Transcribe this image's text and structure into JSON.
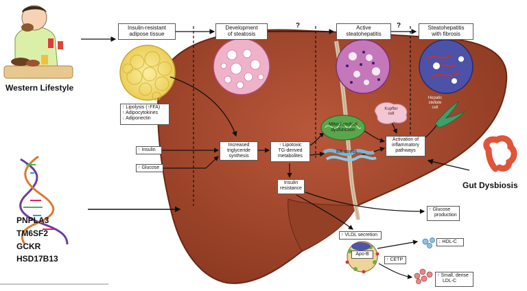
{
  "left_labels": {
    "lifestyle": "Western Lifestyle",
    "genes": [
      "PNPLA3",
      "TM6SF2",
      "GCKR",
      "HSD17B13"
    ],
    "dysbiosis": "Gut Dysbiosis"
  },
  "stages": {
    "adipose": [
      "Insulin-resistant",
      "adipose tissue"
    ],
    "steatosis": [
      "Development",
      "of steatosis"
    ],
    "active": [
      "Active",
      "steatohepatitis"
    ],
    "fibrosis": [
      "Steatohepatitis",
      "with fibrosis"
    ],
    "unknown_mark": "?"
  },
  "adipose_effects": [
    {
      "arrow": "↑",
      "text": "Lipolysis (↑FFA)"
    },
    {
      "arrow": "↑",
      "text": "Adipocytokines"
    },
    {
      "arrow": "↓",
      "text": "Adiponectin"
    }
  ],
  "inputs": {
    "insulin": {
      "arrow": "↑",
      "text": "Insulin"
    },
    "glucose": {
      "arrow": "↑",
      "text": "Glucose"
    }
  },
  "process": {
    "triglyceride": [
      "Increased",
      "triglyceride",
      "synthesis"
    ],
    "lipotoxic": {
      "arrow": "↑",
      "lines": [
        "Lipotoxic",
        "TG-derived",
        "metabolites"
      ]
    },
    "insulin_resistance": [
      "Insulin",
      "resistance"
    ],
    "mito": [
      "Mitochondrial",
      "dysfunction"
    ],
    "er_stress": "ER stress",
    "inflammatory": [
      "Activation of",
      "inflammatory",
      "pathways"
    ],
    "kupffer": [
      "Kupffer",
      "cell"
    ],
    "stellate": [
      "Hepatic",
      "stellate",
      "cell"
    ]
  },
  "outputs": {
    "glucose_production": {
      "arrow": "↑",
      "lines": [
        "Glucose",
        "production"
      ]
    },
    "vldl": {
      "arrow": "↑",
      "text": "VLDL secretion"
    },
    "apob": "Apo-B",
    "cetp": {
      "arrow": "↑",
      "text": "CETP"
    },
    "hdl": {
      "arrow": "↓",
      "text": "HDL-C"
    },
    "ldl": {
      "arrow": "↑",
      "lines": [
        "Small, dense",
        "LDL-C"
      ]
    }
  },
  "colors": {
    "liver": "#a9482a",
    "liver_dark": "#7d2f18",
    "arrow_up": "#1a5ca8",
    "arrow_down": "#c0392b",
    "adipose": "#f3dd6a",
    "steatosis": "#e79ab8",
    "active": "#b05aa8",
    "fibrosis": "#3b3f9a",
    "mito": "#4f9a45",
    "er": "#74b9d6"
  }
}
